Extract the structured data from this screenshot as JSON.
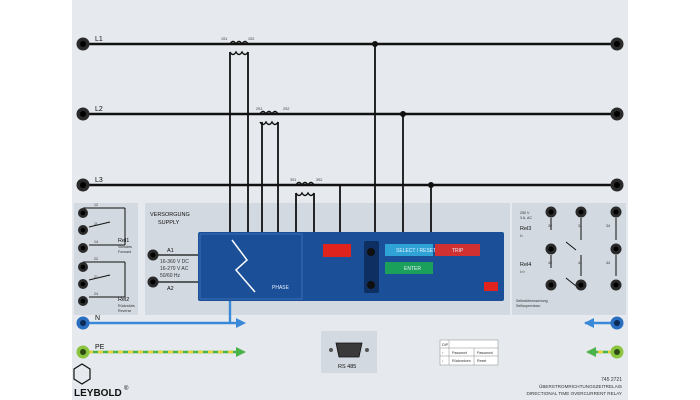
{
  "panel": {
    "bg": "#e6eaee",
    "frame": "#d7dde3",
    "subpanel": "#d2d9e0",
    "brand": "LEYBOLD",
    "brand_reg": "®",
    "part_no": "745 2721",
    "title_de": "ÜBERSTROMRICHTUNGSZEITRELAIS",
    "title_en": "DIRECTIONAL TIME OVERCURRENT RELAY"
  },
  "lines": [
    {
      "label": "L1"
    },
    {
      "label": "L2"
    },
    {
      "label": "L3"
    },
    {
      "label": "N",
      "color": "#3a89d9"
    },
    {
      "label": "PE",
      "color": "#49b34a",
      "stripe": "#e8d234"
    }
  ],
  "transformers": [
    {
      "p1": "1S1",
      "p2": "1S2"
    },
    {
      "p1": "2S1",
      "p2": "2S2"
    },
    {
      "p1": "3S1",
      "p2": "3S2"
    }
  ],
  "left_relays": [
    {
      "name": "Rel1",
      "desc1": "Vorwärts",
      "desc2": "Forward",
      "terms": [
        "12",
        "11",
        "14"
      ]
    },
    {
      "name": "Rel2",
      "desc1": "Rückwärts",
      "desc2": "Reverse",
      "terms": [
        "22",
        "21",
        "24"
      ]
    }
  ],
  "supply": {
    "title1": "VERSORGUNG",
    "title2": "SUPPLY",
    "a1": "A1",
    "a2": "A2",
    "spec1": "16-360 V DC",
    "spec2": "16-270 V AC",
    "spec3": "50/60 Hz"
  },
  "relay_module": {
    "color": "#1b4f97",
    "buttons": [
      {
        "label": "SELECT / RESET",
        "color": "#2fa3d6"
      },
      {
        "label": "ENTER",
        "color": "#1aa05a"
      },
      {
        "label": "TRIP",
        "color": "#d23131"
      }
    ],
    "phase_label": "PHASE",
    "display_color": "#e0231c"
  },
  "right_relays": {
    "spec1": "250 V",
    "spec2": "3 A, AC",
    "rel3": "Rel3",
    "rel3_sym": "I>",
    "rel4": "Rel4",
    "rel4_sym": "I>>",
    "terms_top": [
      "32",
      "31",
      "34"
    ],
    "terms_bottom": [
      "42",
      "41",
      "44"
    ],
    "caption1": "Selbstüberwachung",
    "caption2": "Selfsupervision"
  },
  "rs485": {
    "label": "RS 485"
  },
  "settings_table": {
    "header": "DIP",
    "rows": [
      [
        "↑",
        "Passwort",
        "Password"
      ],
      [
        "↓",
        "Rücksetzen",
        "Reset"
      ]
    ]
  }
}
